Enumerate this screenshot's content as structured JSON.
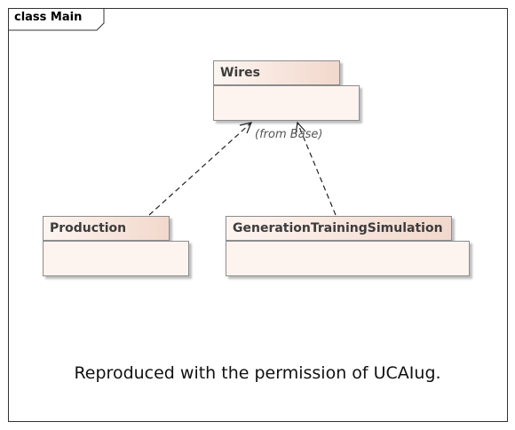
{
  "frame": {
    "label": "class Main"
  },
  "packages": {
    "wires": {
      "name": "Wires",
      "note": "(from Base)"
    },
    "production": {
      "name": "Production"
    },
    "generation": {
      "name": "GenerationTrainingSimulation"
    }
  },
  "caption": "Reproduced with the permission of UCAIug.",
  "colors": {
    "package_fill": "#fdf3ef",
    "package_tab_gradient_end": "#f2d8cc",
    "border": "#8c8c8c",
    "frame_border": "#333333"
  },
  "relationships": [
    {
      "from": "Production",
      "to": "Wires",
      "type": "dependency"
    },
    {
      "from": "GenerationTrainingSimulation",
      "to": "Wires",
      "type": "dependency"
    }
  ]
}
